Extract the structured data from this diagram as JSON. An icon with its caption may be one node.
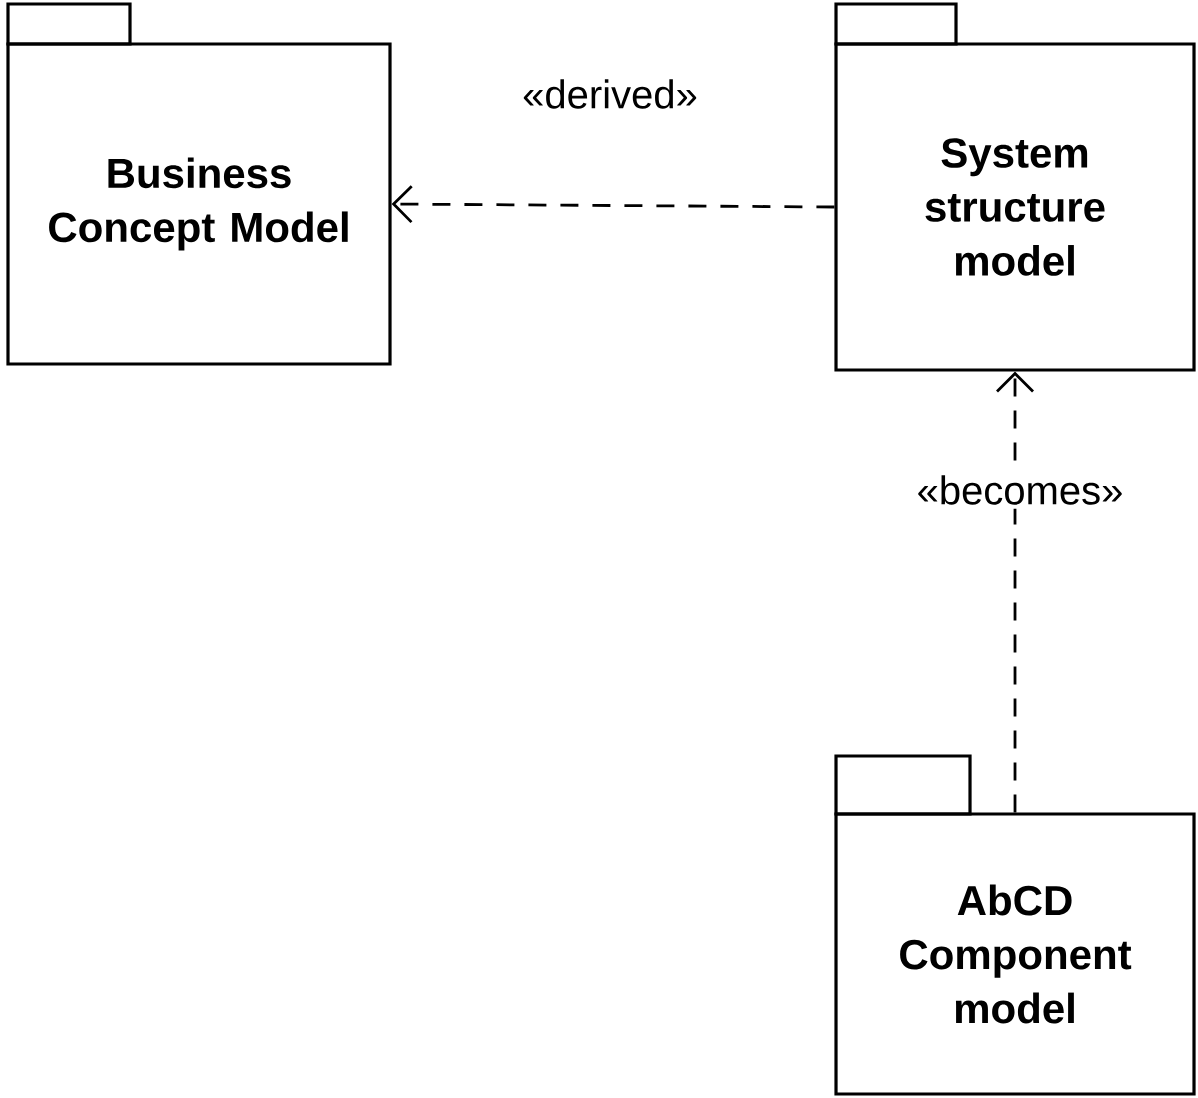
{
  "diagram": {
    "nodes": [
      {
        "text": [
          "Business Concept Model"
        ]
      },
      {
        "text": [
          "System structure model"
        ]
      },
      {
        "text": [
          "AbCD Component model"
        ]
      }
    ],
    "edges": [
      {
        "from": 1,
        "to": 0,
        "arrow": "to",
        "label": "«derived»",
        "style": "dashed"
      },
      {
        "from": 2,
        "to": 1,
        "arrow": "to",
        "label": "«becomes»",
        "style": "dashed"
      }
    ]
  }
}
